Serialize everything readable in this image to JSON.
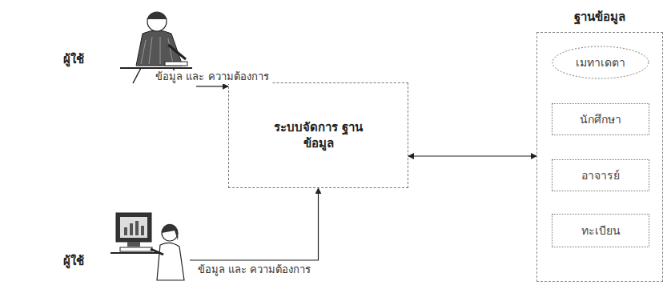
{
  "diagram": {
    "nodes": [
      {
        "text": [
          "ผู้ใช้"
        ]
      },
      {
        "text": [
          "ระบบจัดการ ฐานข้อมูล"
        ]
      },
      {
        "text": [
          "ฐานข้อมูล"
        ]
      },
      {
        "text": [
          "เมทาเดตา"
        ],
        "in": 2
      },
      {
        "text": [
          "นักศึกษา"
        ],
        "in": 2
      },
      {
        "text": [
          "อาจารย์"
        ],
        "in": 2
      },
      {
        "text": [
          "ทะเบียน"
        ],
        "in": 2
      },
      {
        "text": [
          "ผู้ใช้"
        ]
      }
    ],
    "edges": [
      {
        "from": 0,
        "to": 1,
        "label": "ข้อมูล และ ความต้องการ",
        "arrow": "to"
      },
      {
        "from": 1,
        "to": 2,
        "arrow": "both"
      },
      {
        "from": 7,
        "to": 1,
        "label": "ข้อมูล และ ความต้องการ",
        "arrow": "to"
      }
    ]
  }
}
